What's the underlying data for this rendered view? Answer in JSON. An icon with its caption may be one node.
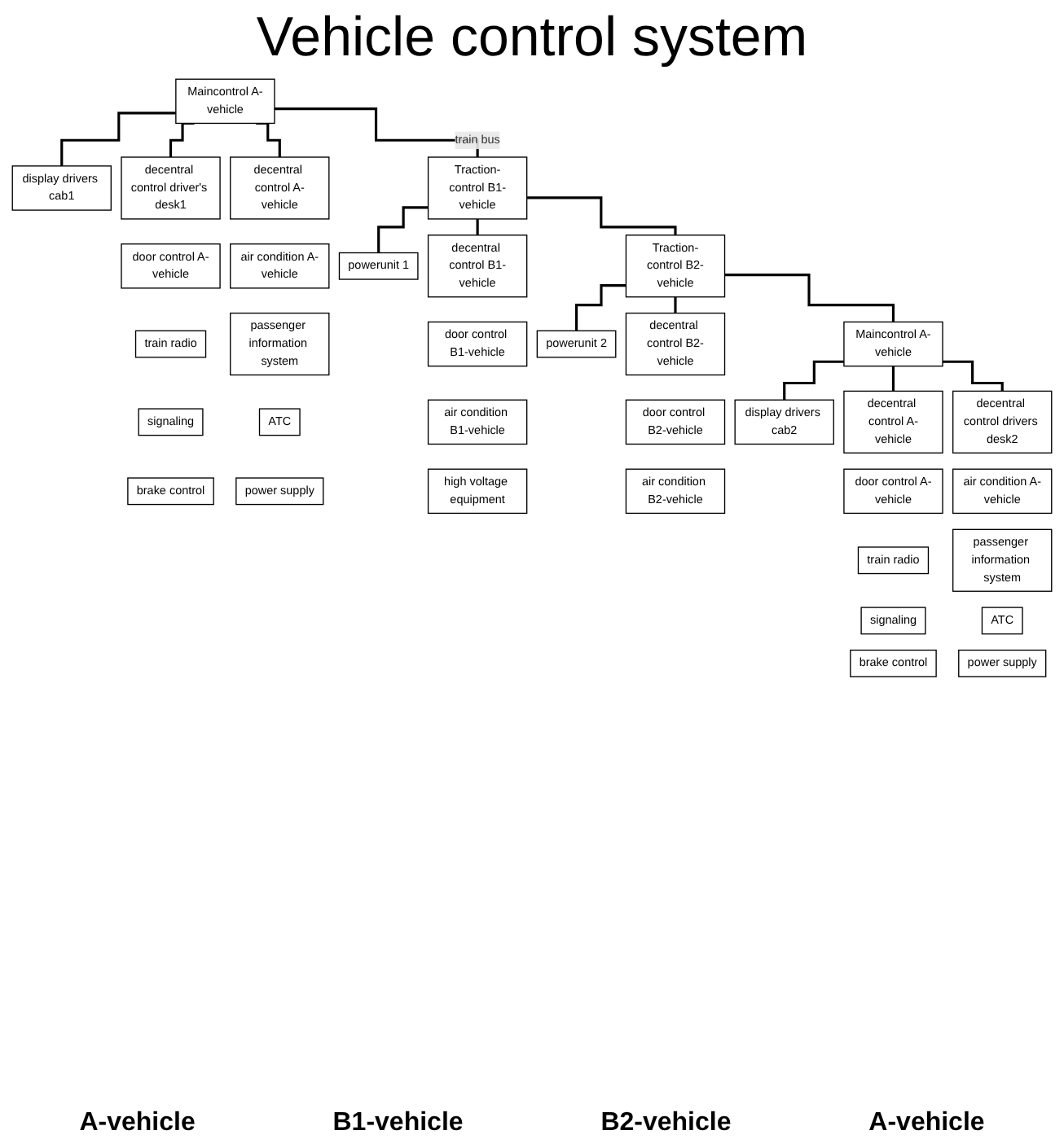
{
  "diagram": {
    "title": "Vehicle control system",
    "nodes": [
      {
        "text": [
          "Maincontrol A-vehicle"
        ]
      },
      {
        "text": [
          "display drivers cab1"
        ]
      },
      {
        "text": [
          "decentral control driver's desk1"
        ]
      },
      {
        "text": [
          "decentral control A-vehicle"
        ]
      },
      {
        "text": [
          "door control A-vehicle"
        ]
      },
      {
        "text": [
          "air condition A-vehicle"
        ]
      },
      {
        "text": [
          "train radio"
        ]
      },
      {
        "text": [
          "passenger information system"
        ]
      },
      {
        "text": [
          "signaling"
        ]
      },
      {
        "text": [
          "ATC"
        ]
      },
      {
        "text": [
          "brake control"
        ]
      },
      {
        "text": [
          "power supply"
        ]
      },
      {
        "text": [
          "Traction-control B1-vehicle"
        ]
      },
      {
        "text": [
          "powerunit 1"
        ]
      },
      {
        "text": [
          "decentral control B1-vehicle"
        ]
      },
      {
        "text": [
          "door control B1-vehicle"
        ]
      },
      {
        "text": [
          "air condition B1-vehicle"
        ]
      },
      {
        "text": [
          "high voltage equipment"
        ]
      },
      {
        "text": [
          "Traction-control B2-vehicle"
        ]
      },
      {
        "text": [
          "powerunit 2"
        ]
      },
      {
        "text": [
          "decentral control B2-vehicle"
        ]
      },
      {
        "text": [
          "door control B2-vehicle"
        ]
      },
      {
        "text": [
          "air condition B2-vehicle"
        ]
      },
      {
        "text": [
          "Maincontrol A-vehicle"
        ]
      },
      {
        "text": [
          "display drivers cab2"
        ]
      },
      {
        "text": [
          "decentral control A-vehicle"
        ]
      },
      {
        "text": [
          "decentral control drivers desk2"
        ]
      },
      {
        "text": [
          "door control A-vehicle"
        ]
      },
      {
        "text": [
          "air condition A-vehicle"
        ]
      },
      {
        "text": [
          "train radio"
        ]
      },
      {
        "text": [
          "passenger information system"
        ]
      },
      {
        "text": [
          "signaling"
        ]
      },
      {
        "text": [
          "ATC"
        ]
      },
      {
        "text": [
          "brake control"
        ]
      },
      {
        "text": [
          "power supply"
        ]
      }
    ],
    "edges": [
      {
        "from": 0,
        "to": 12,
        "arrow": "none",
        "label": "train bus"
      },
      {
        "from": 12,
        "to": 18,
        "arrow": "none"
      },
      {
        "from": 18,
        "to": 23,
        "arrow": "none"
      },
      {
        "from": 0,
        "to": 1,
        "arrow": "none"
      },
      {
        "from": 0,
        "to": 2,
        "arrow": "none"
      },
      {
        "from": 0,
        "to": 3,
        "arrow": "none"
      },
      {
        "from": 12,
        "to": 13,
        "arrow": "none"
      },
      {
        "from": 12,
        "to": 14,
        "arrow": "none"
      },
      {
        "from": 18,
        "to": 19,
        "arrow": "none"
      },
      {
        "from": 18,
        "to": 20,
        "arrow": "none"
      },
      {
        "from": 23,
        "to": 24,
        "arrow": "none"
      },
      {
        "from": 23,
        "to": 25,
        "arrow": "none"
      },
      {
        "from": 23,
        "to": 26,
        "arrow": "none"
      }
    ],
    "labels": [
      "A-vehicle",
      "B1-vehicle",
      "B2-vehicle",
      "A-vehicle"
    ]
  }
}
